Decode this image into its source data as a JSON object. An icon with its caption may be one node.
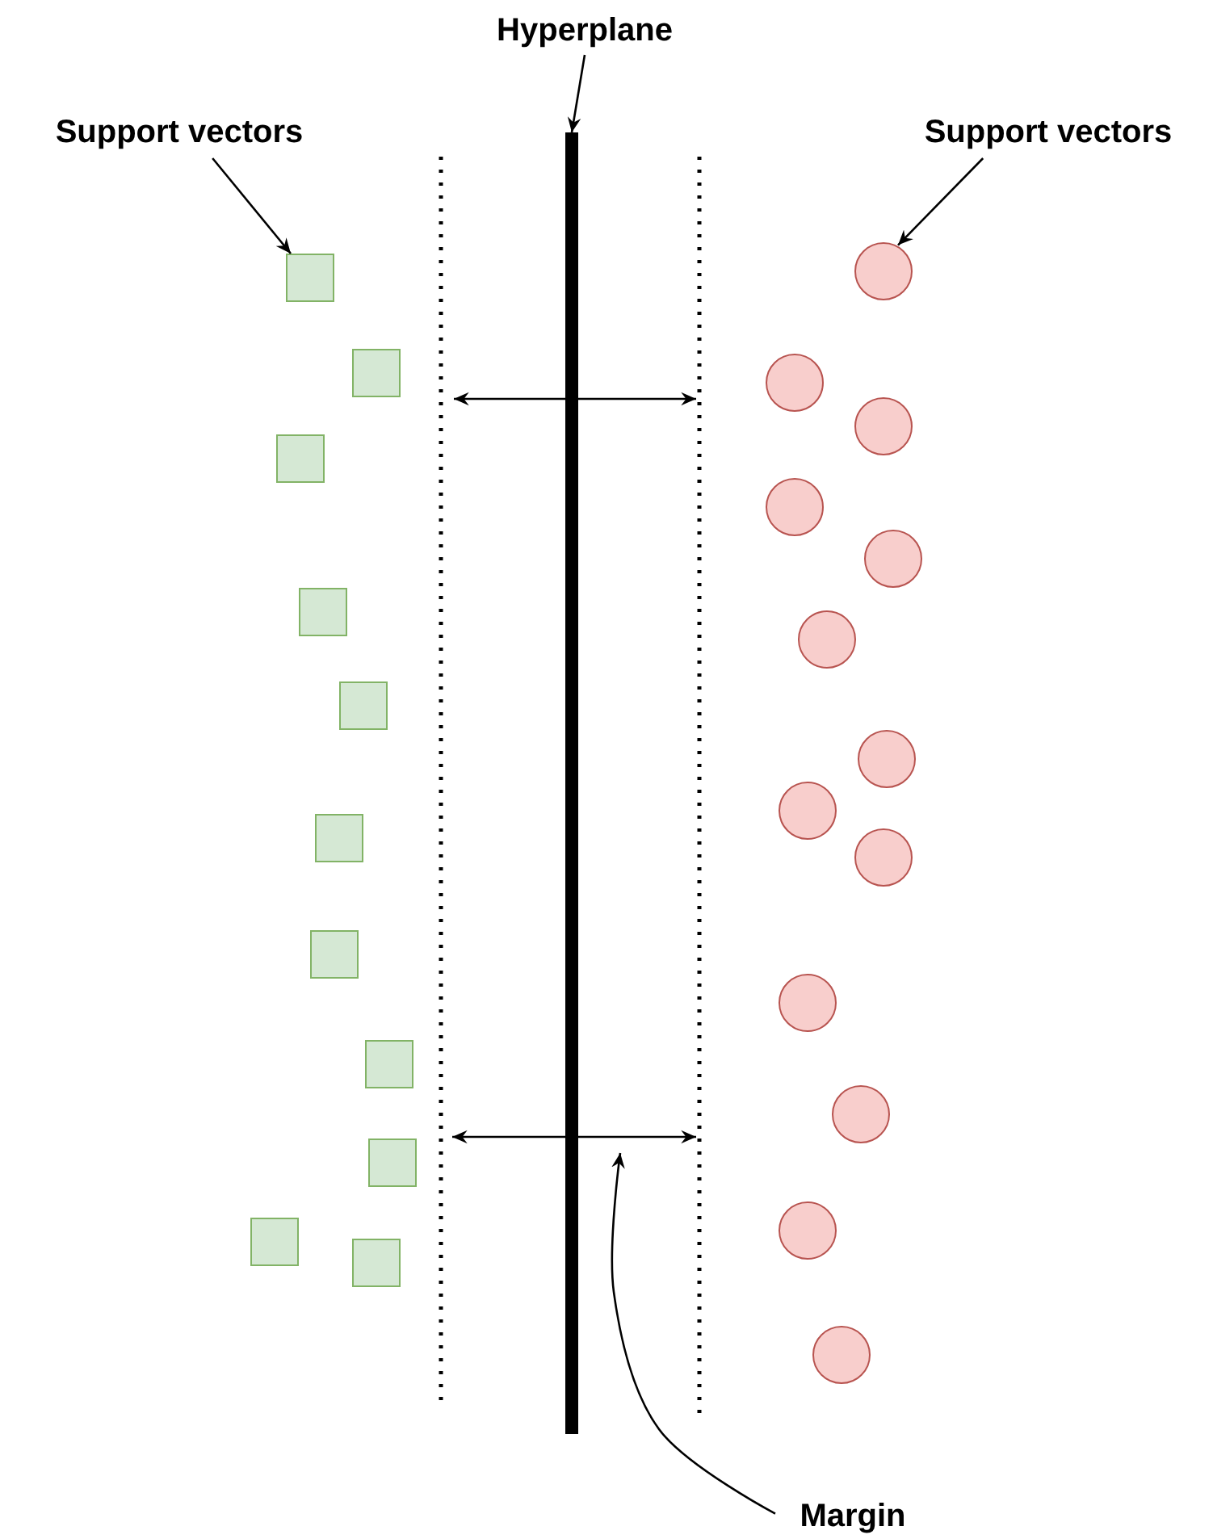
{
  "diagram": {
    "nodes": [
      {
        "text": [
          "Hyperplane"
        ]
      },
      {
        "text": [
          "Support vectors"
        ]
      },
      {
        "text": [
          "Support vectors"
        ]
      },
      {
        "text": [],
        "shape": "bar"
      },
      {
        "text": [],
        "shape": "box"
      },
      {
        "text": [],
        "shape": "box"
      },
      {
        "text": [],
        "shape": "box"
      },
      {
        "text": [],
        "shape": "box"
      },
      {
        "text": [],
        "shape": "box"
      },
      {
        "text": [],
        "shape": "box"
      },
      {
        "text": [],
        "shape": "box"
      },
      {
        "text": [],
        "shape": "box"
      },
      {
        "text": [],
        "shape": "box"
      },
      {
        "text": [],
        "shape": "box"
      },
      {
        "text": [],
        "shape": "box"
      },
      {
        "text": [],
        "shape": "circle"
      },
      {
        "text": [],
        "shape": "circle"
      },
      {
        "text": [],
        "shape": "circle"
      },
      {
        "text": [],
        "shape": "circle"
      },
      {
        "text": [],
        "shape": "circle"
      },
      {
        "text": [],
        "shape": "circle"
      },
      {
        "text": [],
        "shape": "circle"
      },
      {
        "text": [],
        "shape": "circle"
      },
      {
        "text": [],
        "shape": "circle"
      },
      {
        "text": [],
        "shape": "circle"
      },
      {
        "text": [],
        "shape": "circle"
      },
      {
        "text": [],
        "shape": "circle"
      },
      {
        "text": [],
        "shape": "circle"
      },
      {
        "text": [
          "Margin"
        ]
      }
    ],
    "edges": [
      {
        "from": 0,
        "to": 3,
        "arrow": "to"
      },
      {
        "from": 1,
        "to": 4,
        "arrow": "to"
      },
      {
        "from": 2,
        "to": 15,
        "arrow": "to"
      },
      {
        "from": 28,
        "to": null,
        "arrow": "to"
      }
    ]
  }
}
